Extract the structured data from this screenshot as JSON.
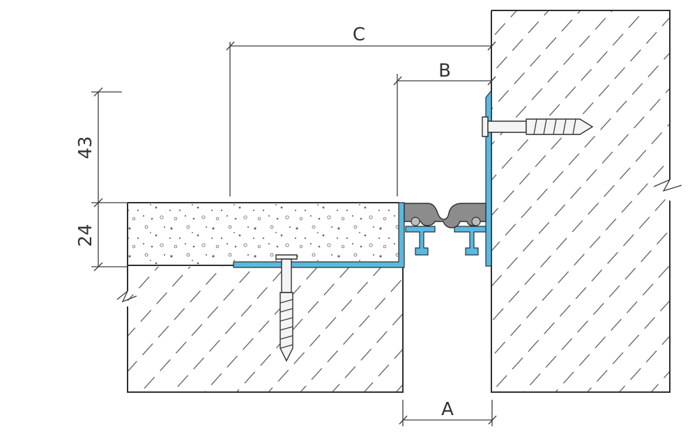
{
  "diagram": {
    "dimensions": {
      "a_label": "A",
      "b_label": "B",
      "c_label": "C",
      "height_upper": "43",
      "height_lower": "24"
    },
    "colors": {
      "profile": "#5bb8e0",
      "insert": "#8c8c8c",
      "line": "#2e2e2e",
      "background": "#ffffff"
    }
  }
}
